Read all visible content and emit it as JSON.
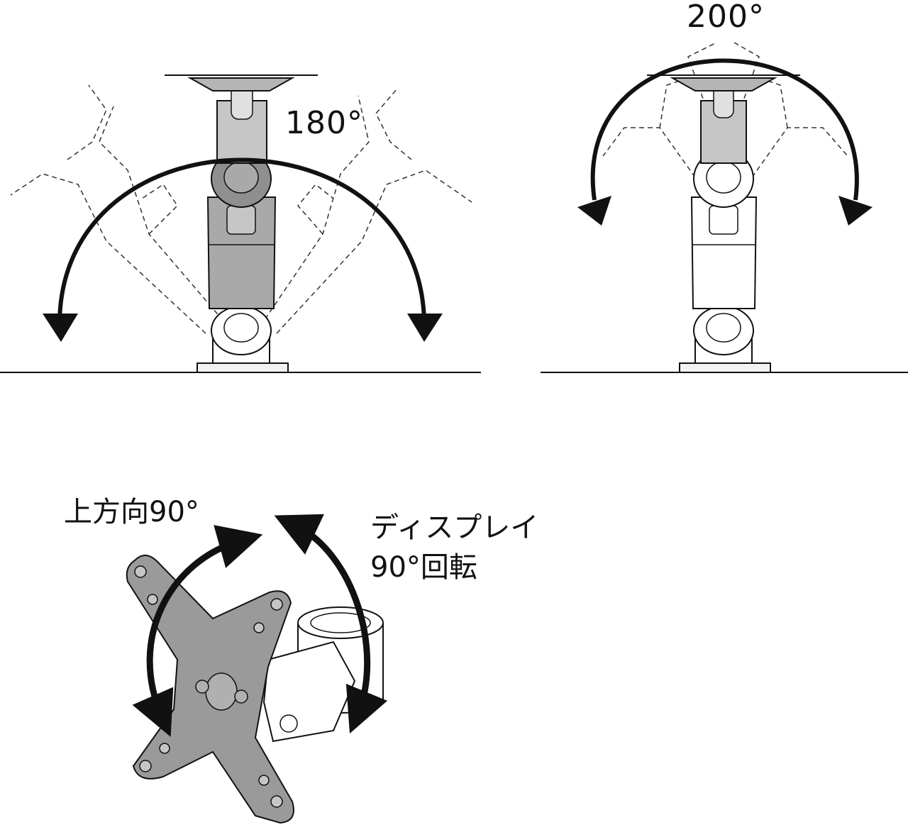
{
  "labels": {
    "swing_left": "180°",
    "swing_right": "200°",
    "tilt_up": "上方向90°",
    "rotate_line1": "ディスプレイ",
    "rotate_line2": "90°回転"
  },
  "colors": {
    "line": "#111111",
    "arm_dark": "#a9a9a9",
    "arm_mid": "#c6c6c6",
    "arm_light": "#e6e6e6",
    "plate": "#9a9a9a",
    "background": "#ffffff"
  }
}
